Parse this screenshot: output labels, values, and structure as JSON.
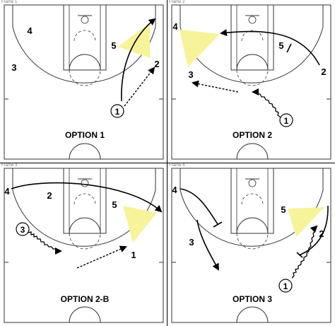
{
  "frames": [
    {
      "title": "Frame 1",
      "caption": "OPTION 1",
      "players": [
        {
          "label": "4",
          "circled": false
        },
        {
          "label": "3",
          "circled": false
        },
        {
          "label": "5",
          "circled": false
        },
        {
          "label": "2",
          "circled": false
        },
        {
          "label": "1",
          "circled": true
        }
      ]
    },
    {
      "title": "Frame 2",
      "caption": "OPTION 2",
      "players": [
        {
          "label": "4",
          "circled": false
        },
        {
          "label": "5",
          "circled": false
        },
        {
          "label": "3",
          "circled": false
        },
        {
          "label": "2",
          "circled": false
        },
        {
          "label": "1",
          "circled": true
        }
      ]
    },
    {
      "title": "Frame 3",
      "caption": "OPTION 2-B",
      "players": [
        {
          "label": "4",
          "circled": false
        },
        {
          "label": "2",
          "circled": false
        },
        {
          "label": "5",
          "circled": false
        },
        {
          "label": "3",
          "circled": true
        },
        {
          "label": "1",
          "circled": false
        }
      ]
    },
    {
      "title": "Frame 4",
      "caption": "OPTION 3",
      "players": [
        {
          "label": "4",
          "circled": false
        },
        {
          "label": "3",
          "circled": false
        },
        {
          "label": "5",
          "circled": false
        },
        {
          "label": "2",
          "circled": false
        },
        {
          "label": "1",
          "circled": true
        }
      ]
    }
  ],
  "colors": {
    "zone": "#f7f39a",
    "line": "#000000",
    "court_line": "#333333"
  }
}
